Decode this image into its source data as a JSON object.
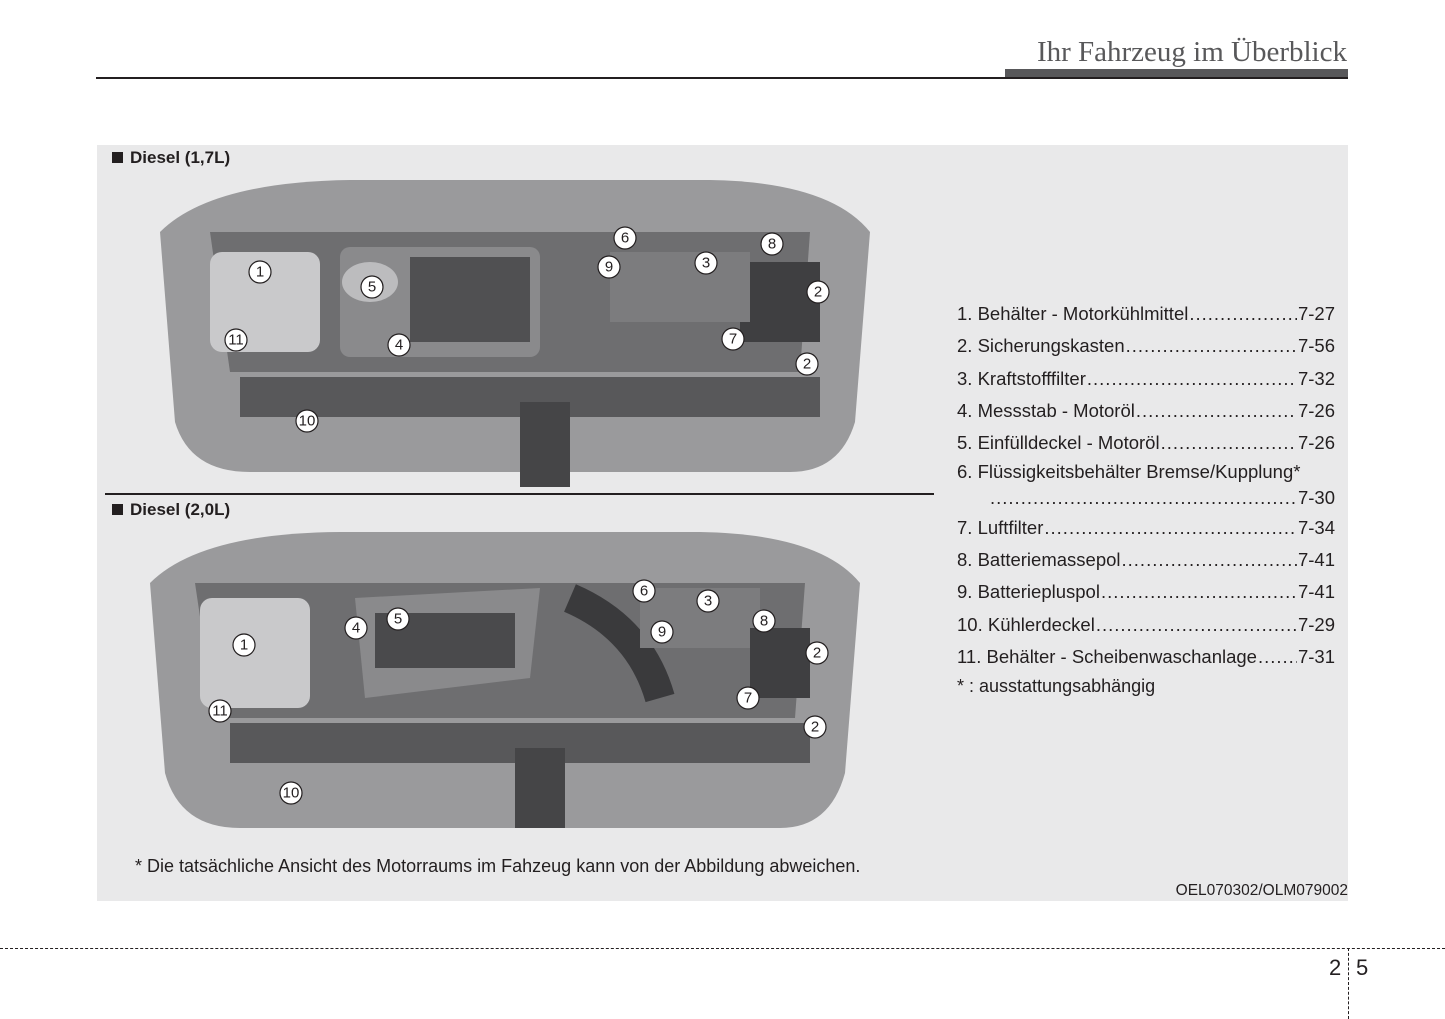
{
  "header": {
    "title": "Ihr Fahrzeug im Überblick"
  },
  "sections": [
    {
      "label": "Diesel (1,7L)",
      "callouts": [
        "1",
        "2",
        "2",
        "3",
        "4",
        "5",
        "6",
        "7",
        "8",
        "9",
        "10",
        "11"
      ]
    },
    {
      "label": "Diesel (2,0L)",
      "callouts": [
        "1",
        "2",
        "2",
        "3",
        "4",
        "5",
        "6",
        "7",
        "8",
        "9",
        "10",
        "11"
      ]
    }
  ],
  "legend": [
    {
      "text": "1. Behälter - Motorkühlmittel",
      "page": "7-27"
    },
    {
      "text": "2. Sicherungskasten",
      "page": "7-56"
    },
    {
      "text": "3. Kraftstofffilter",
      "page": "7-32"
    },
    {
      "text": "4. Messstab - Motoröl",
      "page": "7-26"
    },
    {
      "text": "5. Einfülldeckel - Motoröl",
      "page": "7-26"
    },
    {
      "text": "6. Flüssigkeitsbehälter Bremse/Kupplung*",
      "page": "7-30"
    },
    {
      "text": "7. Luftfilter",
      "page": "7-34"
    },
    {
      "text": "8. Batteriemassepol",
      "page": "7-41"
    },
    {
      "text": "9. Batteriepluspol",
      "page": "7-41"
    },
    {
      "text": "10. Kühlerdeckel",
      "page": "7-29"
    },
    {
      "text": "11. Behälter - Scheibenwaschanlage",
      "page": "7-31"
    }
  ],
  "legend_note": "* : ausstattungsabhängig",
  "footnote": "* Die tatsächliche Ansicht des Motorraums im Fahzeug kann von der Abbildung abweichen.",
  "image_code": "OEL070302/OLM079002",
  "page_numbers": {
    "chapter": "2",
    "page": "5"
  }
}
